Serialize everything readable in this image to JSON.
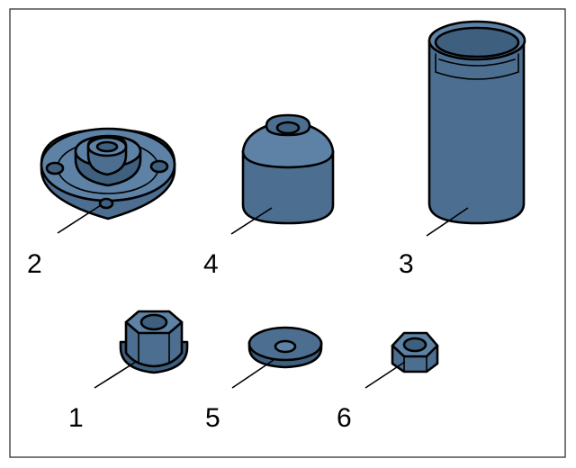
{
  "colors": {
    "part_fill": "#4c6e90",
    "part_shadow": "#3f5f7e",
    "part_light": "#5d82a6",
    "outline": "#000000",
    "frame": "#333333",
    "background": "#ffffff"
  },
  "parts": [
    {
      "id": "flange",
      "callout": "2"
    },
    {
      "id": "sleeve-short",
      "callout": "4"
    },
    {
      "id": "sleeve-tall",
      "callout": "3"
    },
    {
      "id": "flange-nut",
      "callout": "1"
    },
    {
      "id": "washer",
      "callout": "5"
    },
    {
      "id": "hex-nut",
      "callout": "6"
    }
  ]
}
